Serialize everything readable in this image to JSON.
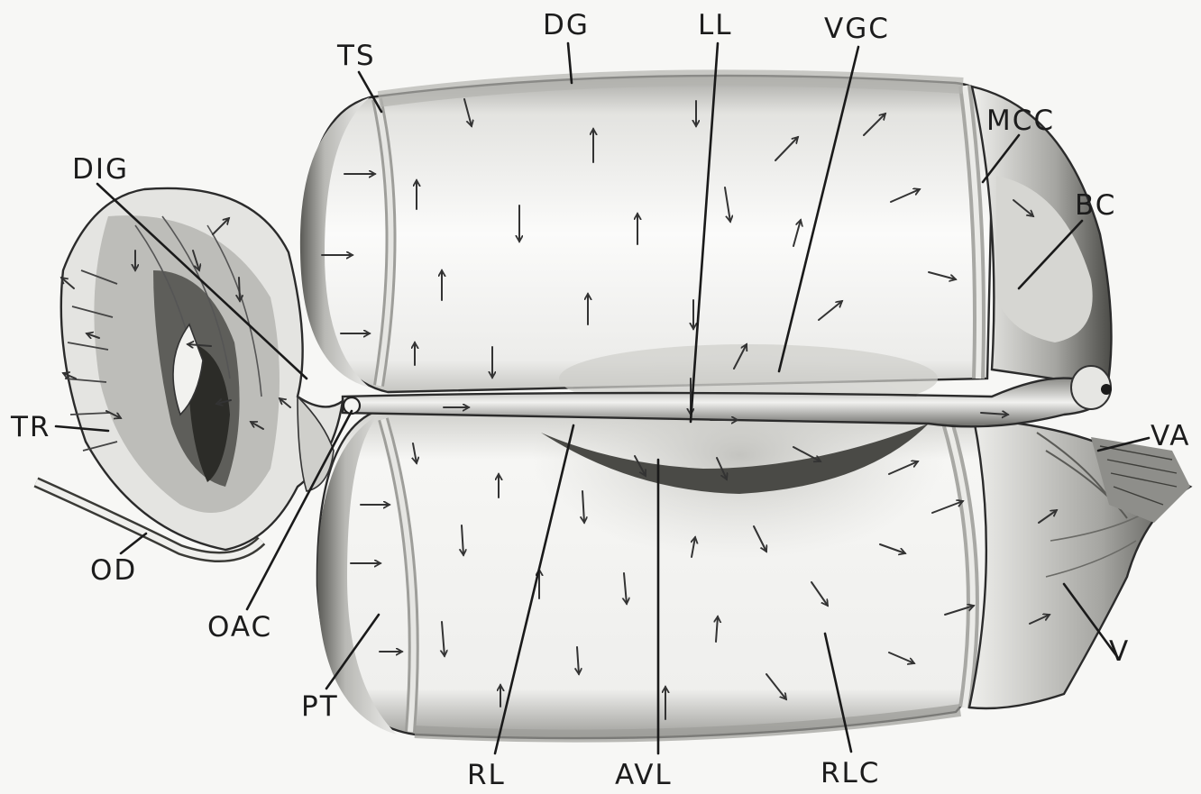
{
  "labels": {
    "DG": "DG",
    "LL": "LL",
    "VGC": "VGC",
    "TS": "TS",
    "MCC": "MCC",
    "DIG": "DIG",
    "BC": "BC",
    "TR": "TR",
    "VA": "VA",
    "OD": "OD",
    "OAC": "OAC",
    "V": "V",
    "PT": "PT",
    "RL": "RL",
    "AVL": "AVL",
    "RLC": "RLC"
  },
  "colors": {
    "background": "#f7f7f5",
    "ink": "#1c1c1c",
    "shade_light": "#d9d9d6",
    "shade_mid": "#b9b9b5",
    "shade_dark": "#6e6e6a"
  }
}
